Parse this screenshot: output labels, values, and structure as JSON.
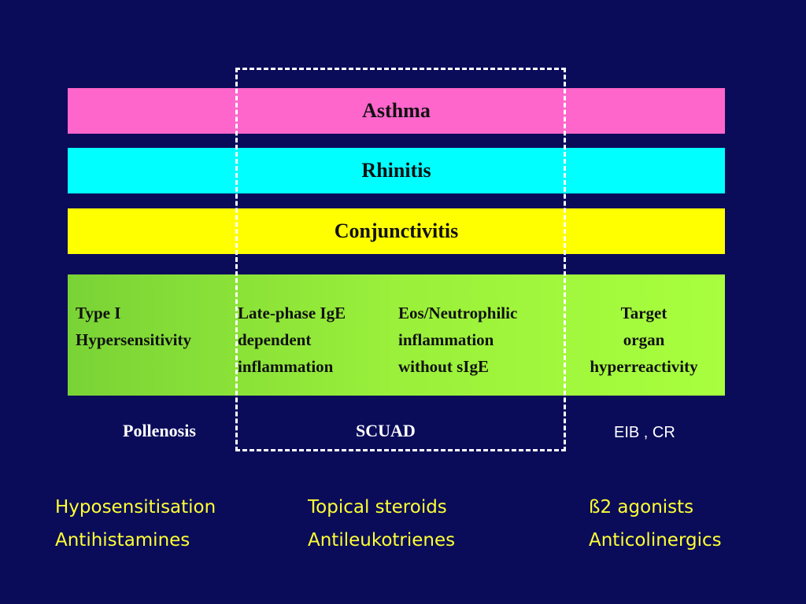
{
  "bars": {
    "asthma": "Asthma",
    "rhinitis": "Rhinitis",
    "conjunctivitis": "Conjunctivitis"
  },
  "mechanisms": [
    {
      "lines": [
        "Type I",
        "Hypersensitivity"
      ]
    },
    {
      "lines": [
        "Late-phase IgE",
        "dependent",
        "inflammation"
      ]
    },
    {
      "lines": [
        "Eos/Neutrophilic",
        "inflammation",
        "without sIgE"
      ]
    },
    {
      "lines": [
        "Target",
        "organ",
        "hyperreactivity"
      ]
    }
  ],
  "conditions": {
    "pollenosis": "Pollenosis",
    "scuad": "SCUAD",
    "eib_cr": "EIB , CR"
  },
  "treatments": [
    {
      "lines": [
        "Hyposensitisation",
        "Antihistamines"
      ]
    },
    {
      "lines": [
        "Topical steroids",
        "Antileukotrienes"
      ]
    },
    {
      "lines": [
        "ß2 agonists",
        "Anticolinergics"
      ]
    }
  ],
  "colors": {
    "background": "#0a0c5a",
    "asthma": "#ff66cc",
    "rhinitis": "#00ffff",
    "conjunctivitis": "#ffff00",
    "mechanisms": "#9af03a",
    "treatment_text": "#ffff33"
  }
}
